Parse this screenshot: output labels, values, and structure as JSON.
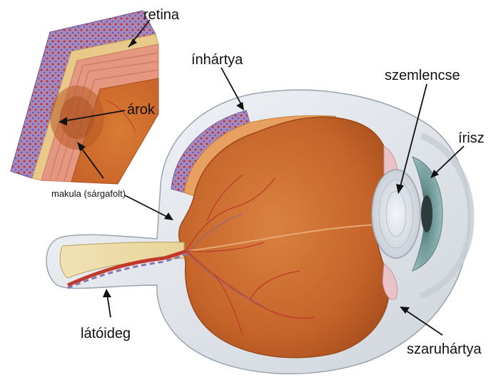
{
  "labels": {
    "retina": "retina",
    "arok": "árok",
    "makula": "makula (sárgafolt)",
    "inhartya": "ínhártya",
    "szemlencse": "szemlencse",
    "irisz": "írisz",
    "latoideg": "látóideg",
    "szaruhartya": "szaruhártya"
  },
  "colors": {
    "sclera": "#e8ebef",
    "vitreous": "#c96a2a",
    "retina_layer": "#e8a060",
    "choroid": "#8f6fb0",
    "lens": "#dfe3ea",
    "iris": "#7fa8a8",
    "vessel": "#c0392b",
    "arrow": "#111111"
  }
}
